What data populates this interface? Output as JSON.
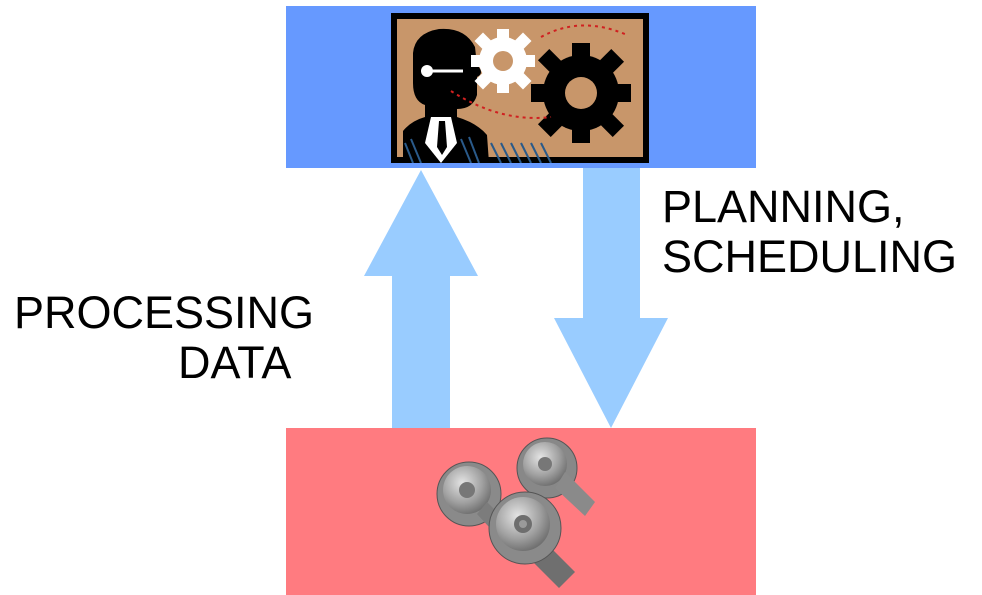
{
  "diagram": {
    "top_box": {
      "color": "#6699ff",
      "icon": "manager-planning-gears-clipart"
    },
    "bottom_box": {
      "color": "#ff7b80",
      "icon": "machine-gears-icon"
    },
    "arrow_color": "#99ccff",
    "up_arrow_label": {
      "line1": "PROCESSING",
      "line2": "DATA"
    },
    "down_arrow_label": {
      "line1": "PLANNING,",
      "line2": "SCHEDULING"
    }
  }
}
